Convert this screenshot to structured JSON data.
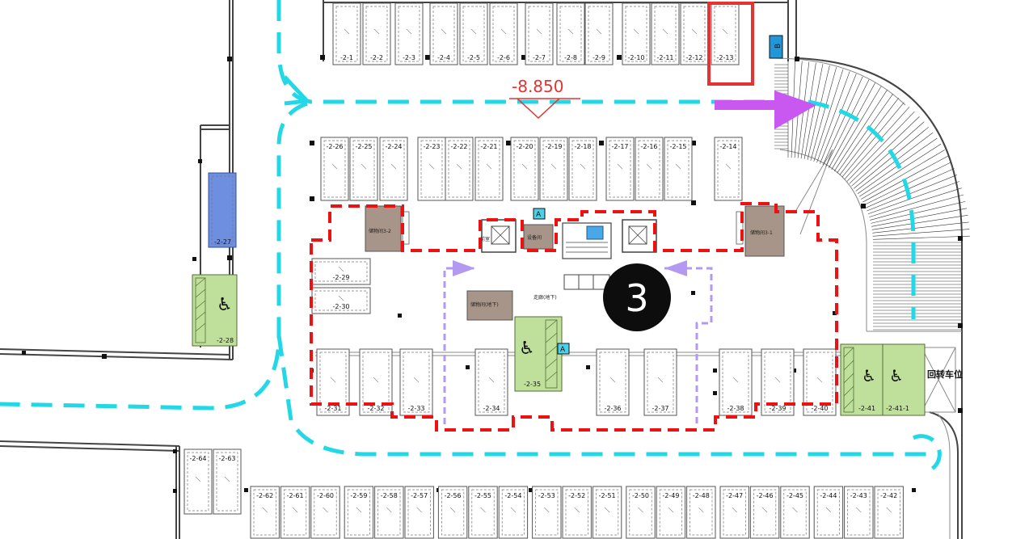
{
  "plan": {
    "elevation": "-8.850",
    "zone_number": "3",
    "turnaround_label": "回转车位",
    "colors": {
      "route": "#22d8e6",
      "fence_red": "#ee1111",
      "fence_purple": "#b39af0",
      "arrow": "#c858f0",
      "highlight": "#e53333",
      "accessible": "#bfe09a",
      "room": "#a89589",
      "zone_badge": "#0d0d0d"
    },
    "signs": {
      "B": "B",
      "A": "A"
    },
    "rooms": {
      "left": "储物间3-2",
      "right": "储物间3-1",
      "small1": "前室",
      "small2": "设备间",
      "lobby": "储物间(地下)",
      "corridor": "走廊(地下)"
    },
    "stalls": {
      "top": [
        "-2-1",
        "-2-2",
        "-2-3",
        "-2-4",
        "-2-5",
        "-2-6",
        "-2-7",
        "-2-8",
        "-2-9",
        "-2-10",
        "-2-11",
        "-2-12",
        "-2-13"
      ],
      "second": [
        "-2-26",
        "-2-25",
        "-2-24",
        "-2-23",
        "-2-22",
        "-2-21",
        "-2-20",
        "-2-19",
        "-2-18",
        "-2-17",
        "-2-16",
        "-2-15",
        "-2-14"
      ],
      "left_side": [
        "-2-29",
        "-2-30"
      ],
      "lone": [
        "-2-27",
        "-2-28"
      ],
      "middle": [
        "-2-31",
        "-2-32",
        "-2-33",
        "-2-34",
        "-2-35",
        "-2-36",
        "-2-37",
        "-2-38",
        "-2-39",
        "-2-40",
        "-2-41",
        "-2-41-1"
      ],
      "bottom_left": [
        "-2-64",
        "-2-63"
      ],
      "bottom": [
        "-2-62",
        "-2-61",
        "-2-60",
        "-2-59",
        "-2-58",
        "-2-57",
        "-2-56",
        "-2-55",
        "-2-54",
        "-2-53",
        "-2-52",
        "-2-51",
        "-2-50",
        "-2-49",
        "-2-48",
        "-2-47",
        "-2-46",
        "-2-45",
        "-2-44",
        "-2-43",
        "-2-42"
      ]
    }
  }
}
